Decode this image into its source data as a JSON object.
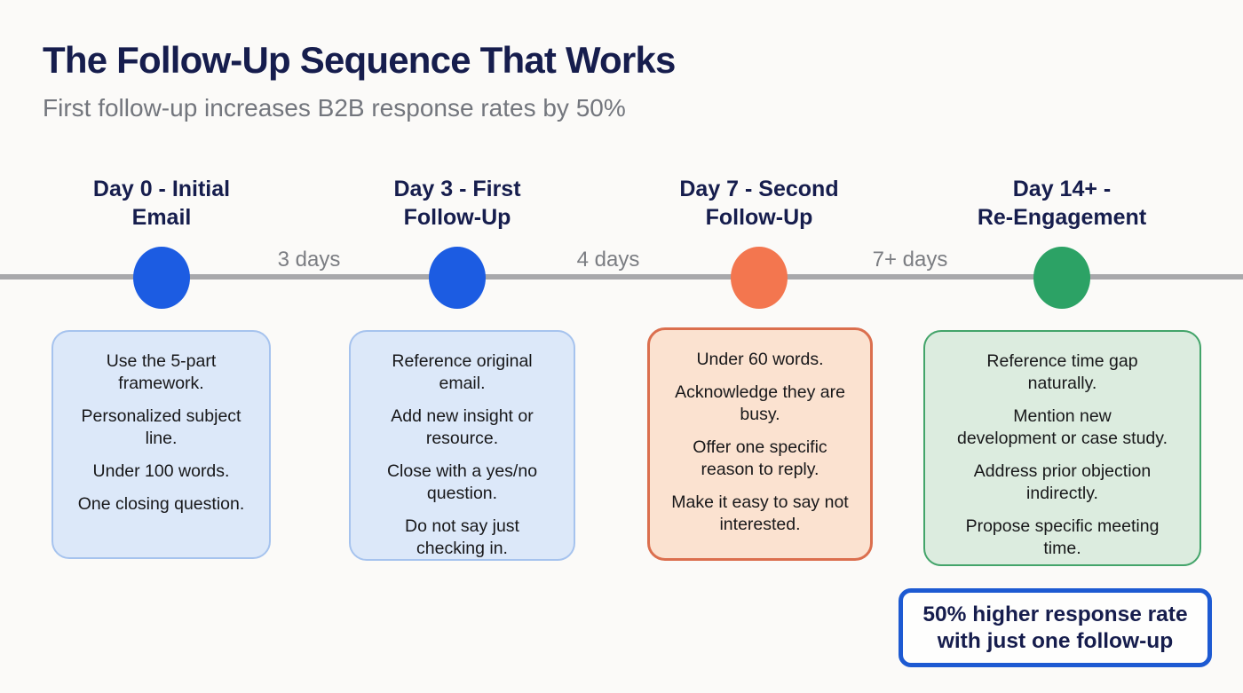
{
  "page": {
    "title": "The Follow-Up Sequence That Works",
    "subtitle": "First follow-up increases B2B response rates by 50%"
  },
  "timeline": {
    "gaps": [
      {
        "label": "3 days"
      },
      {
        "label": "4 days"
      },
      {
        "label": "7+ days"
      }
    ],
    "stages": [
      {
        "title": "Day 0 - Initial\nEmail",
        "dot_color": "#1c5ce2",
        "card": {
          "bg": "#dce8f9",
          "border": "#a6c3ee",
          "tips": [
            "Use the 5-part\nframework.",
            "Personalized subject\nline.",
            "Under 100 words.",
            "One closing question."
          ]
        }
      },
      {
        "title": "Day 3 - First\nFollow-Up",
        "dot_color": "#1c5ce2",
        "card": {
          "bg": "#dce8f9",
          "border": "#a6c3ee",
          "tips": [
            "Reference original\nemail.",
            "Add new insight or\nresource.",
            "Close with a yes/no\nquestion.",
            "Do not say just\nchecking in."
          ]
        }
      },
      {
        "title": "Day 7 - Second\nFollow-Up",
        "dot_color": "#f3764f",
        "card": {
          "bg": "#fbe2d0",
          "border": "#db6f4e",
          "tips": [
            "Under 60 words.",
            "Acknowledge they are\nbusy.",
            "Offer one specific\nreason to reply.",
            "Make it easy to say not\ninterested."
          ]
        }
      },
      {
        "title": "Day 14+ -\nRe-Engagement",
        "dot_color": "#2ca265",
        "card": {
          "bg": "#dcecdf",
          "border": "#43a46a",
          "tips": [
            "Reference time gap\nnaturally.",
            "Mention new\ndevelopment or case study.",
            "Address prior objection\nindirectly.",
            "Propose specific meeting\ntime."
          ]
        }
      }
    ]
  },
  "callout": {
    "text": "50% higher response rate\nwith just one follow-up",
    "border_color": "#1d5ad2"
  },
  "colors": {
    "title_navy": "#161d4d",
    "subtitle_gray": "#73767d",
    "timeline_gray": "#a8a8ab",
    "background": "#fbfaf8"
  }
}
